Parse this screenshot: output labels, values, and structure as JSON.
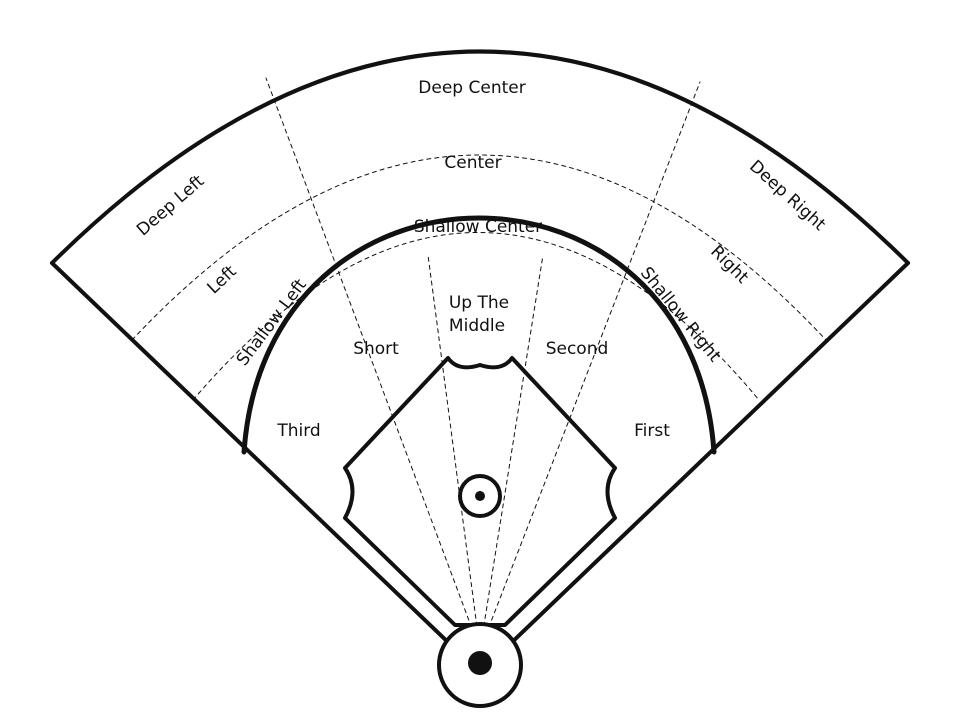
{
  "zones": {
    "deep_center": "Deep Center",
    "center": "Center",
    "shallow_center": "Shallow Center",
    "deep_left": "Deep Left",
    "left": "Left",
    "shallow_left": "Shallow Left",
    "deep_right": "Deep Right",
    "right": "Right",
    "shallow_right": "Shallow Right",
    "up_the_middle_line1": "Up The",
    "up_the_middle_line2": "Middle",
    "short": "Short",
    "second": "Second",
    "third": "Third",
    "first": "First"
  },
  "colors": {
    "line": "#111111",
    "background": "#ffffff"
  }
}
